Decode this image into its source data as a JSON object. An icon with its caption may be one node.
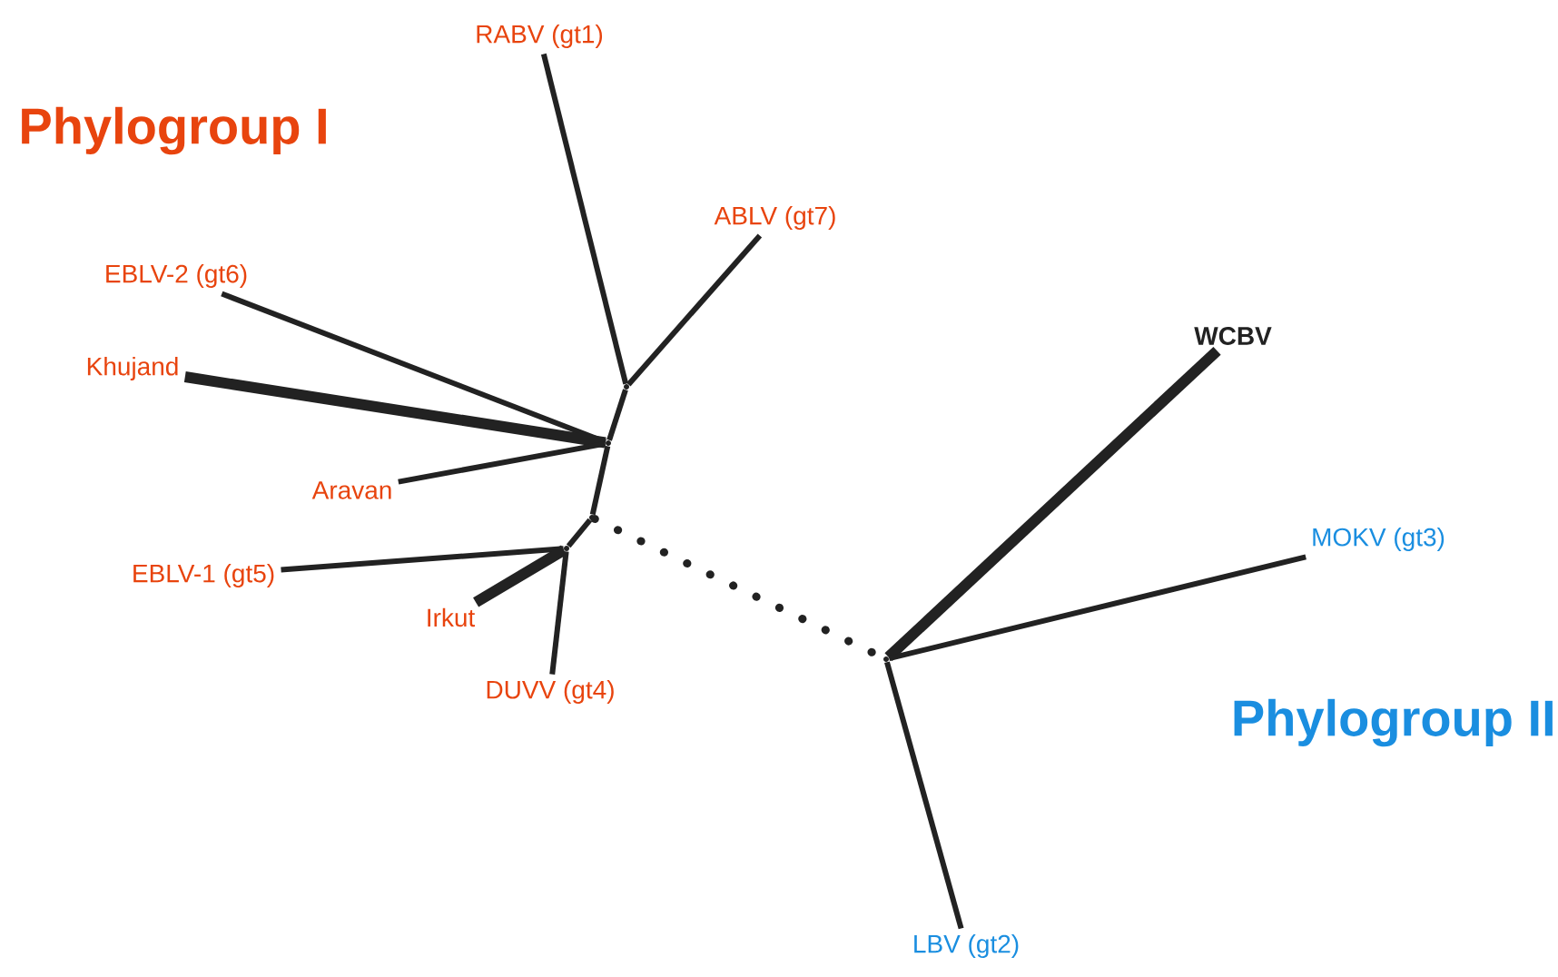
{
  "diagram": {
    "nodes": [
      {
        "text": [
          "RABV (gt1)"
        ]
      },
      {
        "text": [
          "ABLV (gt7)"
        ]
      },
      {
        "text": [
          "EBLV-2 (gt6)"
        ]
      },
      {
        "text": [
          "Khujand"
        ]
      },
      {
        "text": [
          "Aravan"
        ]
      },
      {
        "text": [
          "EBLV-1 (gt5)"
        ]
      },
      {
        "text": [
          "Irkut"
        ]
      },
      {
        "text": [
          "DUVV (gt4)"
        ]
      },
      {
        "text": [
          "WCBV"
        ]
      },
      {
        "text": [
          "MOKV (gt3)"
        ]
      },
      {
        "text": [
          "LBV (gt2)"
        ]
      },
      {
        "text": [],
        "shape": "point"
      },
      {
        "text": [],
        "shape": "point"
      },
      {
        "text": [],
        "shape": "point"
      },
      {
        "text": [],
        "shape": "point"
      },
      {
        "text": [],
        "shape": "point"
      }
    ],
    "edges": [
      {
        "from": 11,
        "to": 0,
        "arrow": "none"
      },
      {
        "from": 11,
        "to": 1,
        "arrow": "none"
      },
      {
        "from": 12,
        "to": 11,
        "arrow": "none"
      },
      {
        "from": 12,
        "to": 2,
        "arrow": "none"
      },
      {
        "from": 12,
        "to": 3,
        "arrow": "none",
        "style": "thick"
      },
      {
        "from": 12,
        "to": 4,
        "arrow": "none"
      },
      {
        "from": 13,
        "to": 12,
        "arrow": "none"
      },
      {
        "from": 13,
        "to": 14,
        "arrow": "none"
      },
      {
        "from": 14,
        "to": 5,
        "arrow": "none"
      },
      {
        "from": 14,
        "to": 6,
        "arrow": "none",
        "style": "thick"
      },
      {
        "from": 14,
        "to": 7,
        "arrow": "none"
      },
      {
        "from": 13,
        "to": 15,
        "arrow": "none",
        "style": "dashed"
      },
      {
        "from": 15,
        "to": 8,
        "arrow": "none",
        "style": "thick"
      },
      {
        "from": 15,
        "to": 9,
        "arrow": "none"
      },
      {
        "from": 15,
        "to": 10,
        "arrow": "none"
      }
    ],
    "labels": [
      "Phylogroup I",
      "Phylogroup II"
    ]
  }
}
